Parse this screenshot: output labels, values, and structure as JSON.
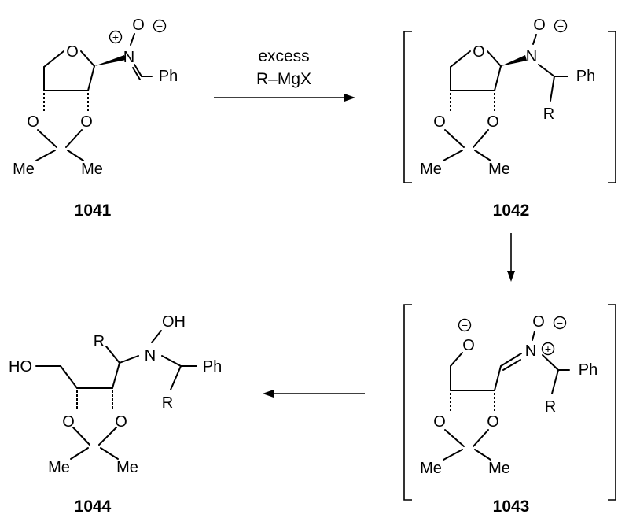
{
  "reagents": {
    "line1": "excess",
    "line2": "R–MgX"
  },
  "compounds": [
    {
      "id": "1041",
      "label": "1041"
    },
    {
      "id": "1042",
      "label": "1042"
    },
    {
      "id": "1043",
      "label": "1043"
    },
    {
      "id": "1044",
      "label": "1044"
    }
  ],
  "atoms": {
    "O": "O",
    "N": "N",
    "Ph": "Ph",
    "Me": "Me",
    "R": "R",
    "OH": "OH",
    "HO": "HO"
  },
  "charges": {
    "plus": "+",
    "minus": "−"
  }
}
